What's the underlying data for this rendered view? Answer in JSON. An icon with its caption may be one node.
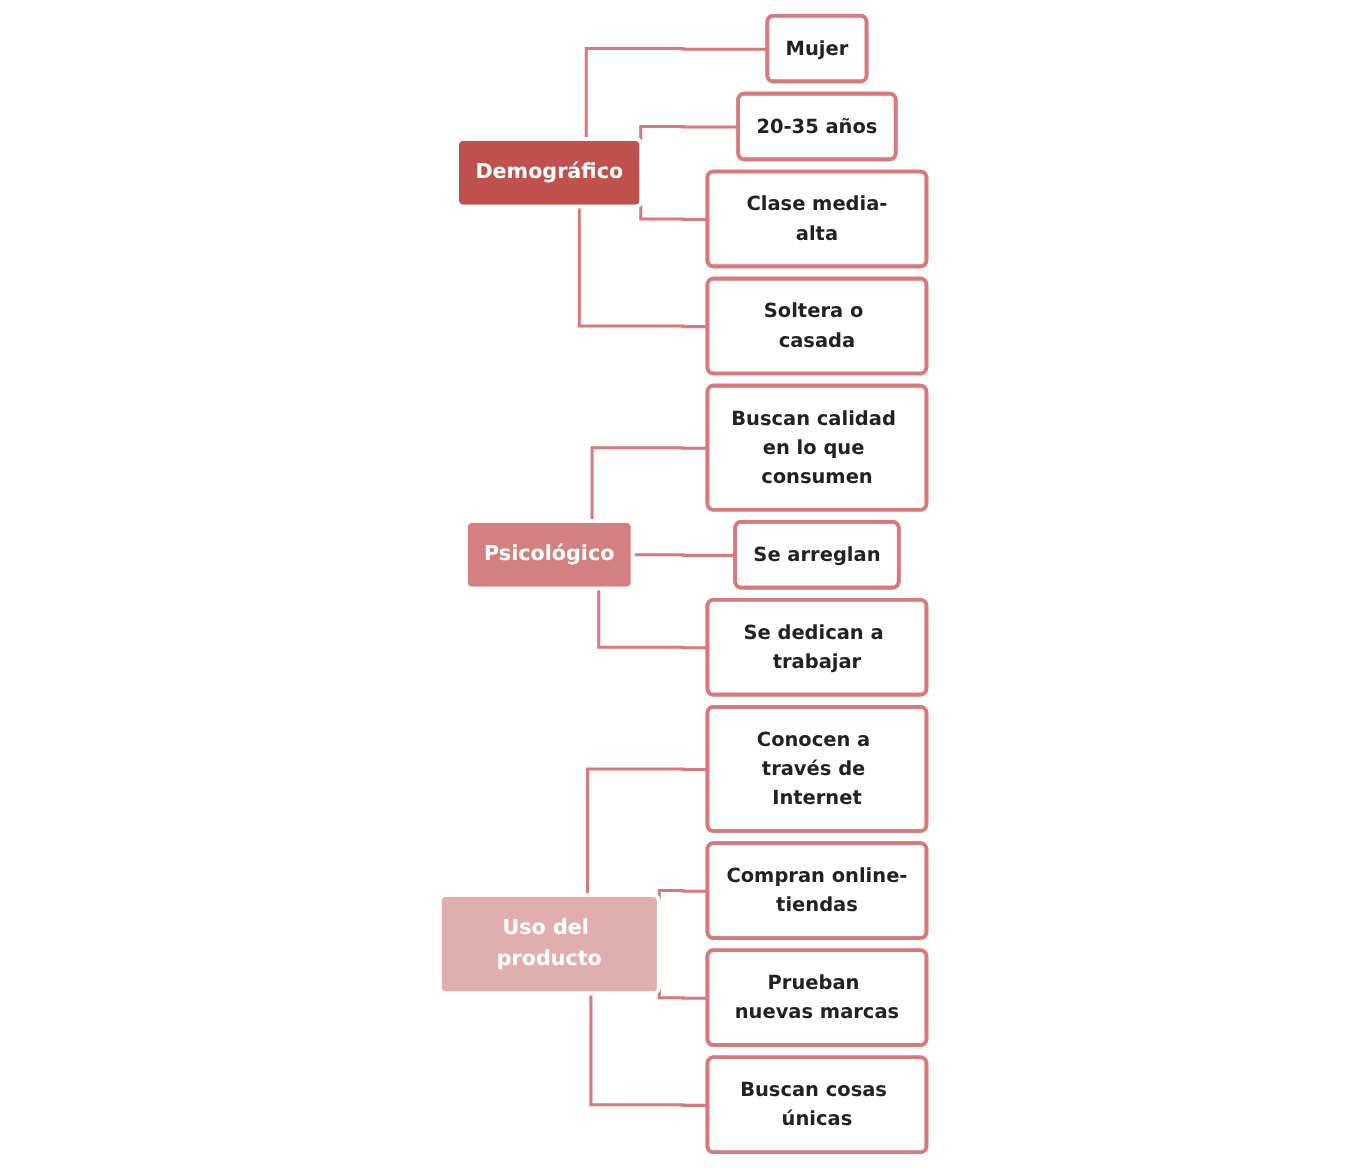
{
  "diagram": {
    "nodes": [
      {
        "text": [
          "Demográfico"
        ]
      },
      {
        "text": [
          "Mujer"
        ]
      },
      {
        "text": [
          "20-35 años"
        ]
      },
      {
        "text": [
          "Clase media-alta"
        ]
      },
      {
        "text": [
          "Soltera o casada"
        ]
      },
      {
        "text": [
          "Psicológico"
        ]
      },
      {
        "text": [
          "Buscan calidad en lo que consumen"
        ]
      },
      {
        "text": [
          "Se arreglan"
        ]
      },
      {
        "text": [
          "Se dedican a trabajar"
        ]
      },
      {
        "text": [
          "Uso del producto"
        ]
      },
      {
        "text": [
          "Conocen a través de Internet"
        ]
      },
      {
        "text": [
          "Compran online-tiendas"
        ]
      },
      {
        "text": [
          "Prueban nuevas marcas"
        ]
      },
      {
        "text": [
          "Buscan cosas únicas"
        ]
      }
    ],
    "edges": [
      {
        "from": 0,
        "to": 1,
        "arrow": "none"
      },
      {
        "from": 0,
        "to": 2,
        "arrow": "none"
      },
      {
        "from": 0,
        "to": 3,
        "arrow": "none"
      },
      {
        "from": 0,
        "to": 4,
        "arrow": "none"
      },
      {
        "from": 5,
        "to": 6,
        "arrow": "none"
      },
      {
        "from": 5,
        "to": 7,
        "arrow": "none"
      },
      {
        "from": 5,
        "to": 8,
        "arrow": "none"
      },
      {
        "from": 9,
        "to": 10,
        "arrow": "none"
      },
      {
        "from": 9,
        "to": 11,
        "arrow": "none"
      },
      {
        "from": 9,
        "to": 12,
        "arrow": "none"
      },
      {
        "from": 9,
        "to": 13,
        "arrow": "none"
      }
    ]
  }
}
